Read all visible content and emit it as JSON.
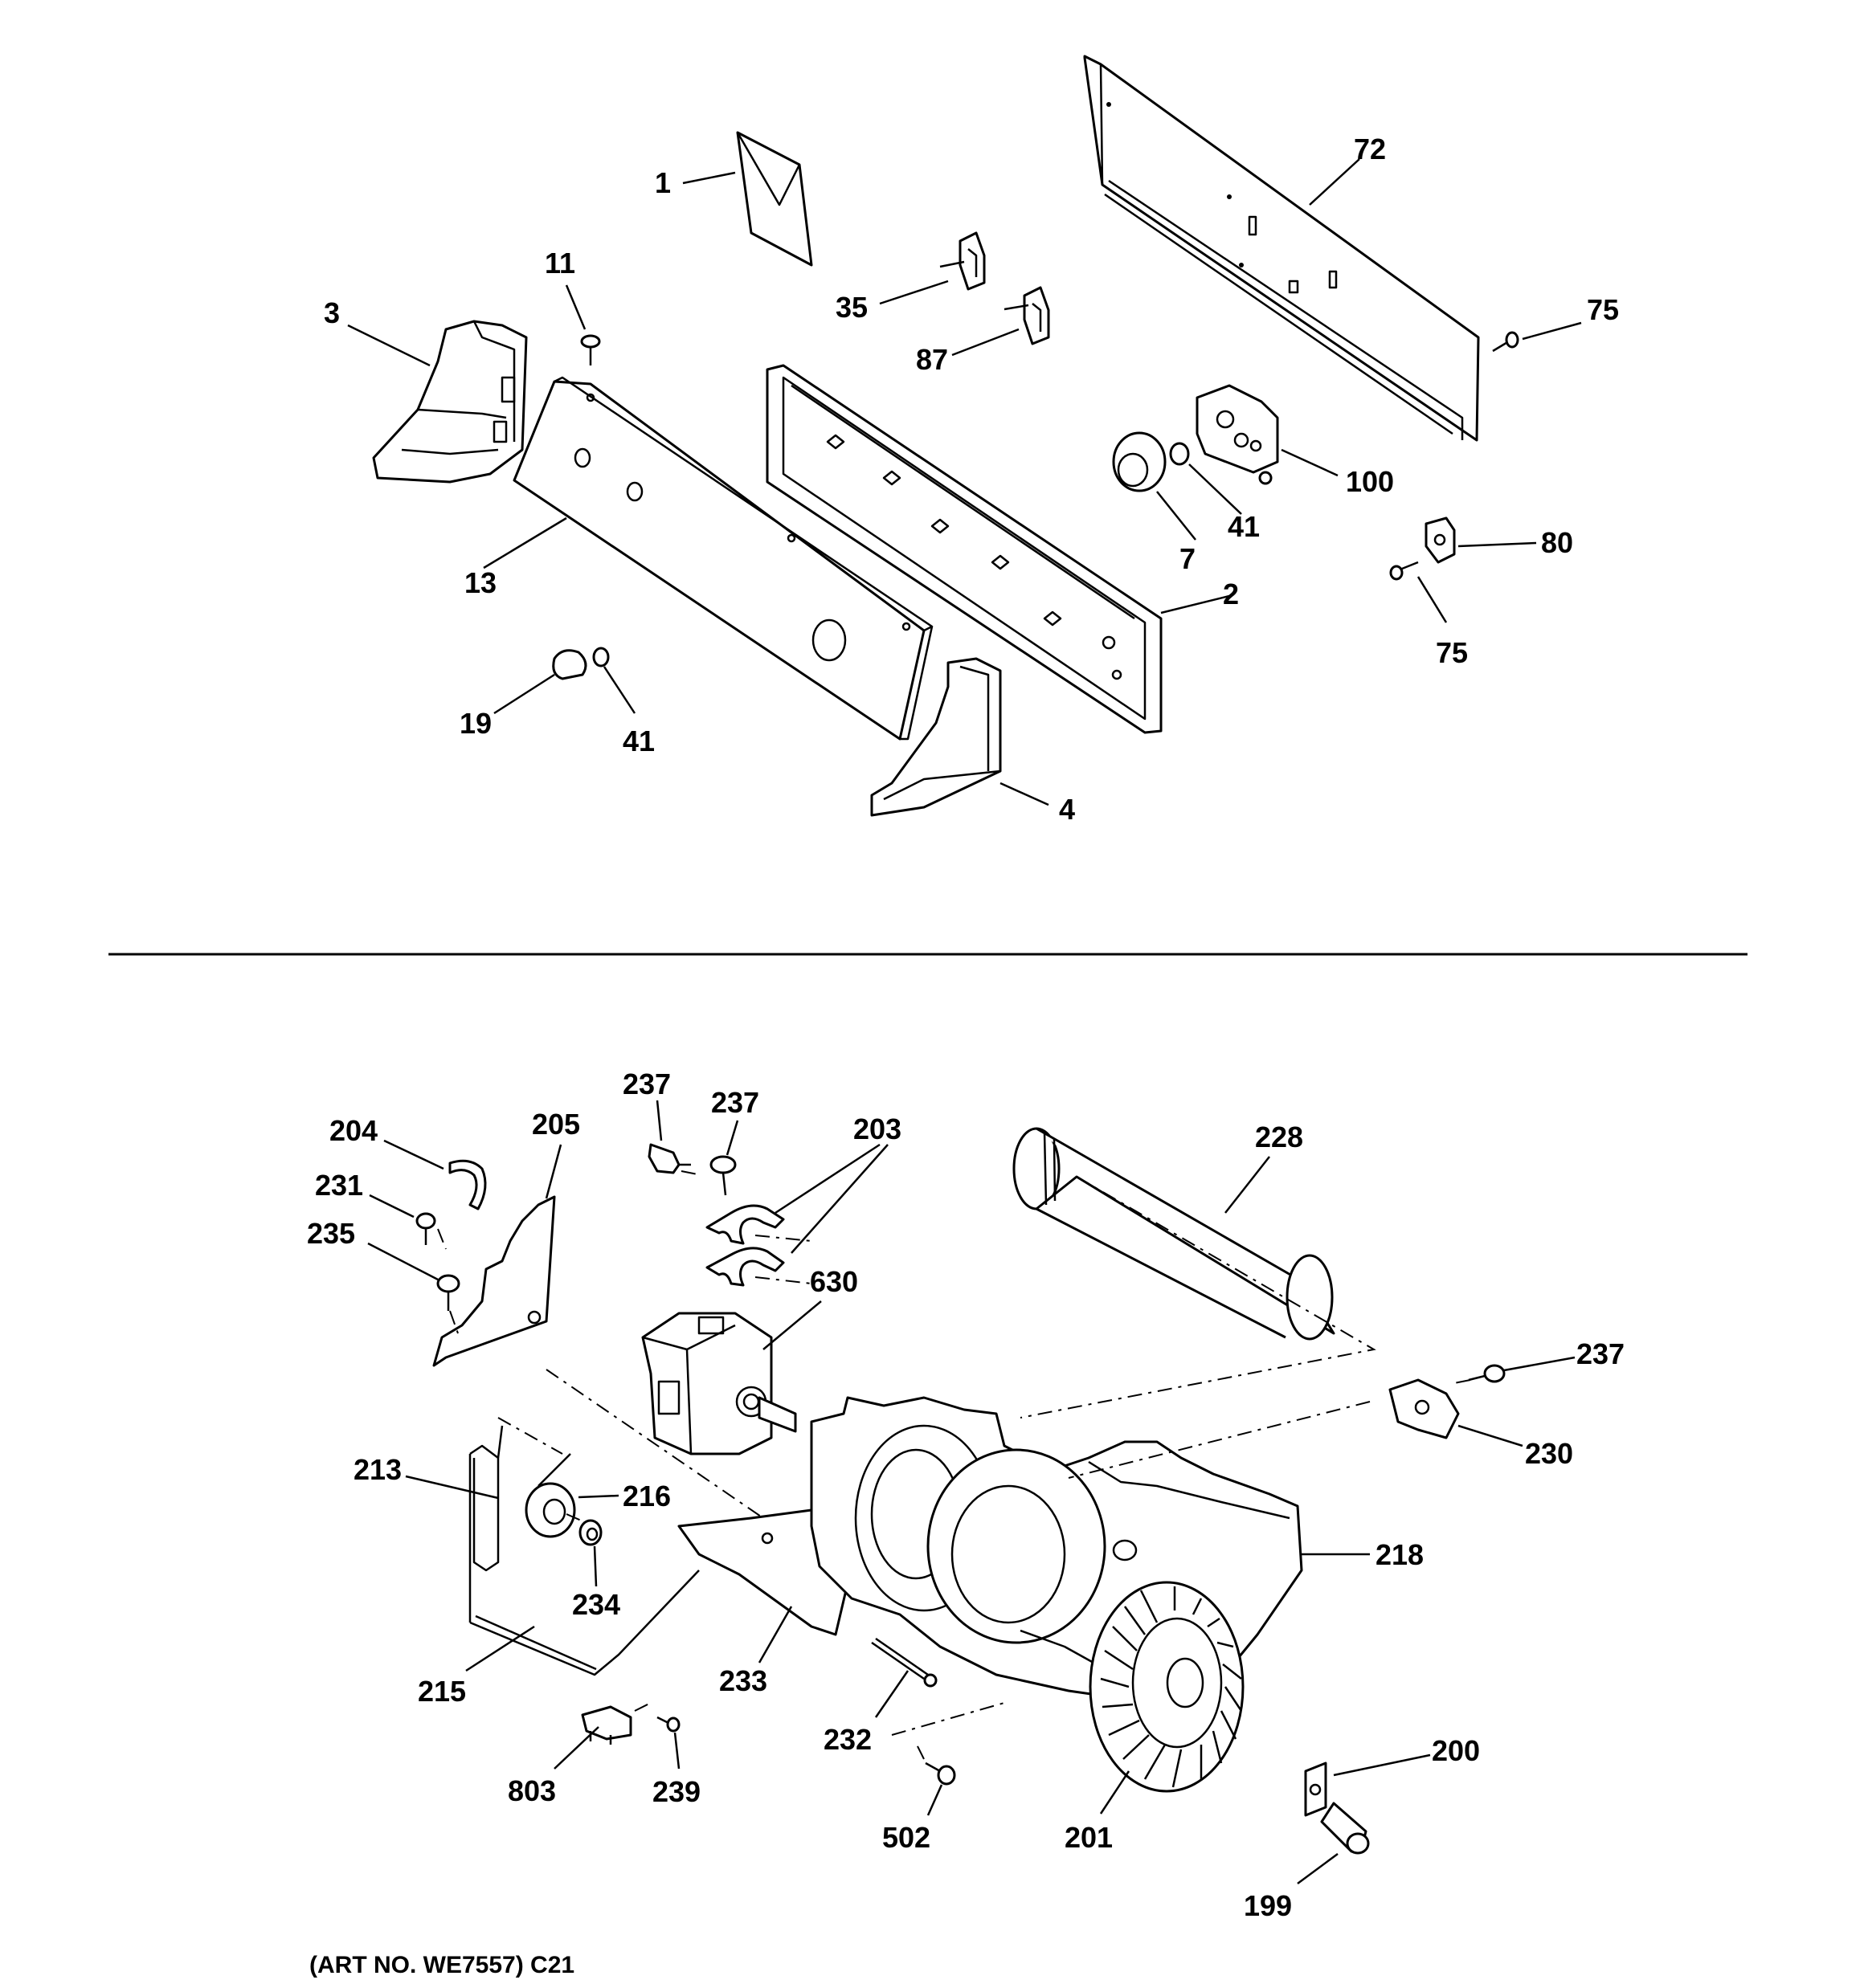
{
  "art_note": "(ART NO. WE7557) C21",
  "labels": {
    "p1": "1",
    "p72": "72",
    "p11": "11",
    "p3": "3",
    "p35": "35",
    "p87": "87",
    "p75a": "75",
    "p100": "100",
    "p41a": "41",
    "p7": "7",
    "p80": "80",
    "p13": "13",
    "p2": "2",
    "p75b": "75",
    "p19": "19",
    "p41b": "41",
    "p4": "4",
    "p237a": "237",
    "p237b": "237",
    "p203": "203",
    "p228": "228",
    "p204": "204",
    "p205": "205",
    "p231": "231",
    "p235": "235",
    "p630": "630",
    "p237c": "237",
    "p230": "230",
    "p213": "213",
    "p216": "216",
    "p218": "218",
    "p234": "234",
    "p215": "215",
    "p233": "233",
    "p232": "232",
    "p200": "200",
    "p803": "803",
    "p239": "239",
    "p502": "502",
    "p201": "201",
    "p199": "199"
  }
}
